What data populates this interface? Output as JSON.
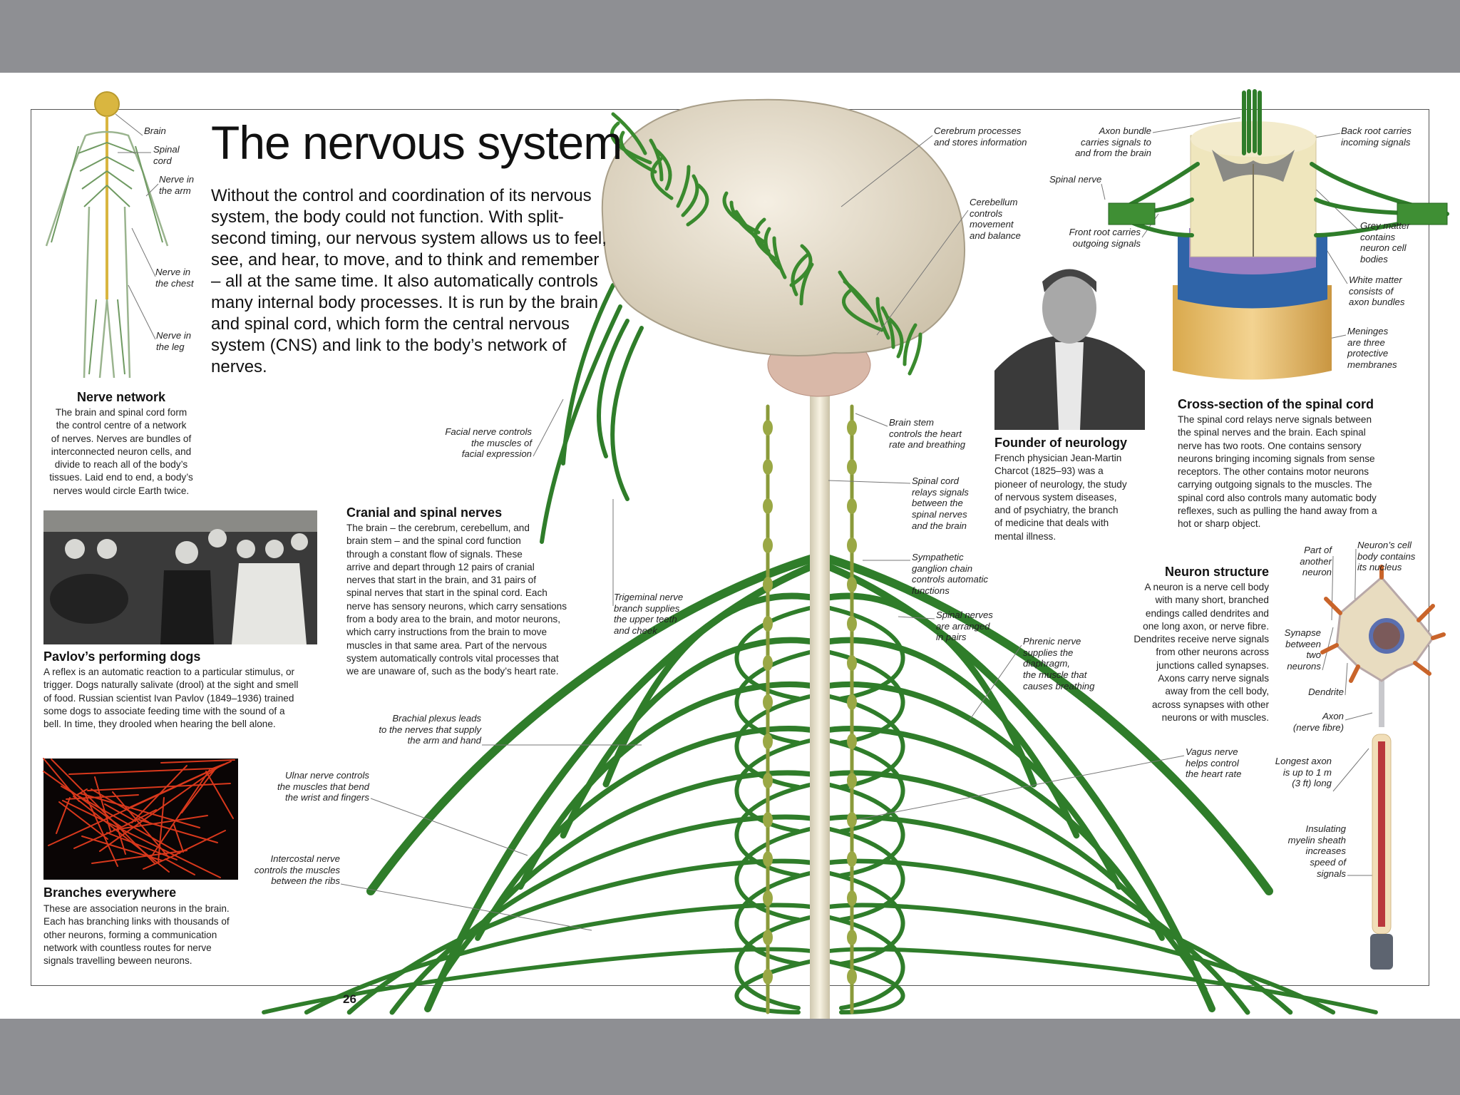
{
  "page": {
    "title": "The nervous system",
    "intro": "Without the control and coordination of its nervous system, the body could not function. With split-second timing, our nervous system allows us to feel, see, and hear, to move, and to think and remember – all at the same time. It also automatically controls many internal body processes. It is run by the brain and spinal cord, which form the central nervous system (CNS) and link to the body’s network of nerves.",
    "page_number": "26"
  },
  "sections": {
    "nerve_network": {
      "heading": "Nerve network",
      "body": "The brain and spinal cord form\nthe control centre of a network\nof nerves. Nerves are bundles of\ninterconnected neuron cells, and\ndivide to reach all of the body’s\ntissues. Laid end to end, a body’s\nnerves would circle Earth twice."
    },
    "pavlov": {
      "heading": "Pavlov’s performing dogs",
      "body": "A reflex is an automatic reaction to a particular stimulus, or\ntrigger. Dogs naturally salivate (drool) at the sight and smell\nof food. Russian scientist Ivan Pavlov (1849–1936) trained\nsome dogs to associate feeding time with the sound of a\nbell. In time, they drooled when hearing the bell alone."
    },
    "branches": {
      "heading": "Branches everywhere",
      "body": "These are association neurons in the brain.\nEach has branching links with thousands of\nother neurons, forming a communication\nnetwork with countless routes for nerve\nsignals travelling beween neurons."
    },
    "cranial": {
      "heading": "Cranial and spinal nerves",
      "body": "The brain – the cerebrum, cerebellum, and\nbrain stem – and the spinal cord function\nthrough a constant flow of signals. These\narrive and depart through 12 pairs of cranial\nnerves that start in the brain, and 31 pairs of\nspinal nerves that start in the spinal cord. Each\nnerve has sensory neurons, which carry sensations\nfrom a body area to the brain, and motor neurons,\nwhich carry instructions from the brain to move\nmuscles in that same area. Part of the nervous\nsystem automatically controls vital processes that\nwe are unaware of, such as the body’s heart rate."
    },
    "founder": {
      "heading": "Founder of neurology",
      "body": "French physician Jean-Martin\nCharcot (1825–93) was a\npioneer of neurology, the study\nof nervous system diseases,\nand of psychiatry, the branch\nof medicine that deals with\nmental illness."
    },
    "cross_section": {
      "heading": "Cross-section of the spinal cord",
      "body": "The spinal cord relays nerve signals between\nthe spinal nerves and the brain. Each spinal\nnerve has two roots. One contains sensory\nneurons bringing incoming signals from sense\nreceptors. The other contains motor neurons\ncarrying outgoing signals to the muscles. The\nspinal cord also controls many automatic body\nreflexes, such as pulling the hand away from a\nhot or sharp object."
    },
    "neuron": {
      "heading": "Neuron structure",
      "body": "A neuron is a nerve cell body\nwith many short, branched\nendings called dendrites and\none long axon, or nerve fibre.\nDendrites receive nerve signals\nfrom other neurons across\njunctions called synapses.\nAxons carry nerve signals\naway from the cell body,\nacross synapses with other\nneurons or with muscles."
    }
  },
  "labels": {
    "brain": "Brain",
    "spinal_cord": "Spinal\ncord",
    "nerve_arm": "Nerve in\nthe arm",
    "nerve_chest": "Nerve in\nthe chest",
    "nerve_leg": "Nerve in\nthe leg",
    "facial": "Facial nerve controls\nthe muscles of\nfacial expression",
    "brachial": "Brachial plexus leads\nto the nerves that supply\nthe arm and hand",
    "ulnar": "Ulnar nerve controls\nthe muscles that bend\nthe wrist and fingers",
    "intercostal": "Intercostal nerve\ncontrols the muscles\nbetween the ribs",
    "trigeminal": "Trigeminal nerve\nbranch supplies\nthe upper teeth\nand cheek",
    "cerebrum": "Cerebrum processes\nand stores information",
    "cerebellum": "Cerebellum\ncontrols\nmovement\nand balance",
    "brain_stem": "Brain stem\ncontrols the heart\nrate and breathing",
    "spinal_relay": "Spinal cord\nrelays signals\nbetween the\nspinal nerves\nand the brain",
    "sympathetic": "Sympathetic\nganglion chain\ncontrols automatic\nfunctions",
    "spinal_pairs": "Spinal nerves\nare arranged\nin pairs",
    "phrenic": "Phrenic nerve\nsupplies the\ndiaphragm,\nthe muscle that\ncauses breathing",
    "vagus": "Vagus nerve\nhelps control\nthe heart rate",
    "axon_bundle": "Axon bundle\ncarries signals to\nand from the brain",
    "spinal_nerve": "Spinal nerve",
    "front_root": "Front root carries\noutgoing signals",
    "back_root": "Back root carries\nincoming signals",
    "grey_matter": "Grey matter\ncontains\nneuron cell\nbodies",
    "white_matter": "White matter\nconsists of\naxon bundles",
    "meninges": "Meninges\nare three\nprotective\nmembranes",
    "part_neuron": "Part of\nanother\nneuron",
    "cell_body": "Neuron’s cell\nbody contains\nits nucleus",
    "synapse": "Synapse\nbetween\ntwo\nneurons",
    "dendrite": "Dendrite",
    "axon": "Axon\n(nerve fibre)",
    "longest_axon": "Longest axon\nis up to 1 m\n(3 ft) long",
    "myelin": "Insulating\nmyelin sheath\nincreases\nspeed of\nsignals"
  },
  "colors": {
    "nerve": "#2f7d2a",
    "brain": "#eee6d6",
    "page": "#ffffff",
    "chrome": "#8e8f93"
  }
}
